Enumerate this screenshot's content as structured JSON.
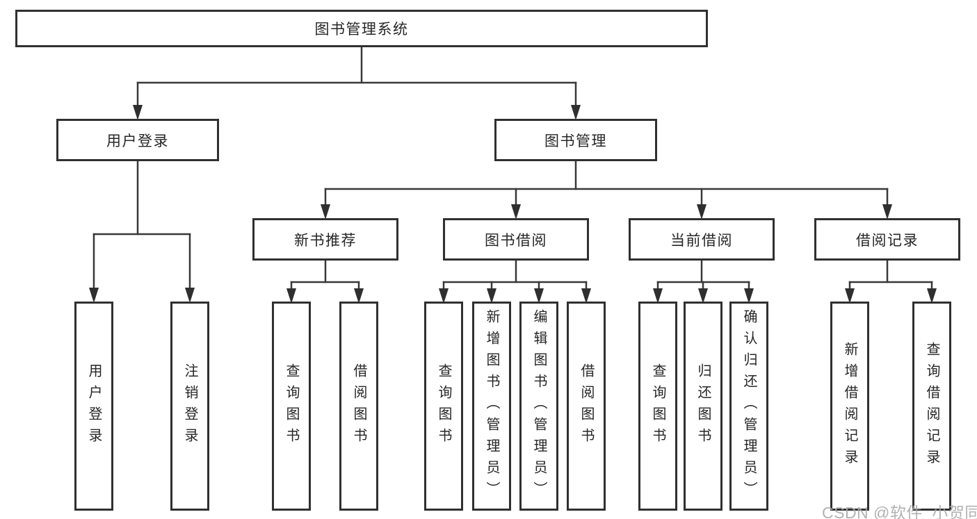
{
  "diagram_type": "hierarchy-tree",
  "colors": {
    "background": "#ffffff",
    "box_border": "#303030",
    "connector_line": "#383838",
    "text": "#262626",
    "watermark": "#aaaaaa"
  },
  "hierarchy": {
    "label": "图书管理系统",
    "children": [
      {
        "label": "用户登录",
        "children": [
          {
            "label": "用户登录"
          },
          {
            "label": "注销登录"
          }
        ]
      },
      {
        "label": "图书管理",
        "children": [
          {
            "label": "新书推荐",
            "children": [
              {
                "label": "查询图书"
              },
              {
                "label": "借阅图书"
              }
            ]
          },
          {
            "label": "图书借阅",
            "children": [
              {
                "label": "查询图书"
              },
              {
                "label": "新增图书（管理员）"
              },
              {
                "label": "编辑图书（管理员）"
              },
              {
                "label": "借阅图书"
              }
            ]
          },
          {
            "label": "当前借阅",
            "children": [
              {
                "label": "查询图书"
              },
              {
                "label": "归还图书"
              },
              {
                "label": "确认归还（管理员）"
              }
            ]
          },
          {
            "label": "借阅记录",
            "children": [
              {
                "label": "新增借阅记录"
              },
              {
                "label": "查询借阅记录"
              }
            ]
          }
        ]
      }
    ]
  },
  "watermark": {
    "text": "CSDN @软件_小贺同学"
  }
}
